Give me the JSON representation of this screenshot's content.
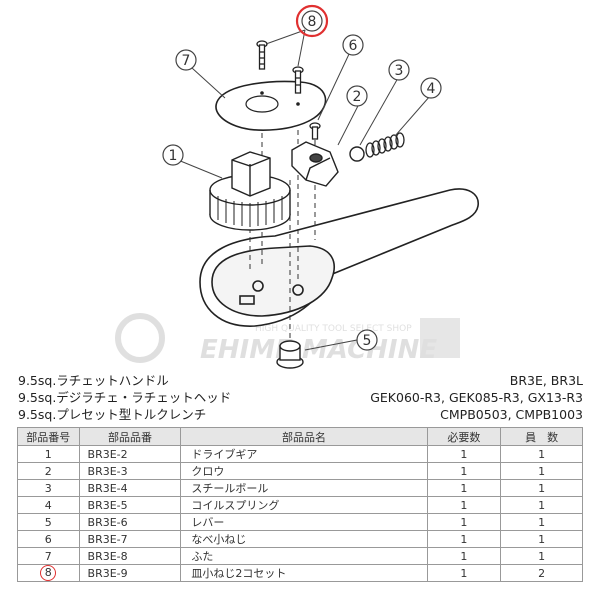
{
  "diagram": {
    "callouts": [
      {
        "id": "1",
        "label": "1"
      },
      {
        "id": "2",
        "label": "2"
      },
      {
        "id": "3",
        "label": "3"
      },
      {
        "id": "4",
        "label": "4"
      },
      {
        "id": "5",
        "label": "5"
      },
      {
        "id": "6",
        "label": "6"
      },
      {
        "id": "7",
        "label": "7"
      },
      {
        "id": "8",
        "label": "8",
        "highlighted": true
      }
    ],
    "watermark": {
      "tagline": "HIGH QUALITY TOOL SELECT SHOP",
      "brand": "EHIME MACHINE"
    },
    "highlight_color": "#e03030"
  },
  "info": {
    "rows": [
      {
        "left": "9.5sq.ラチェットハンドル",
        "right": "BR3E, BR3L"
      },
      {
        "left": "9.5sq.デジラチェ・ラチェットヘッド",
        "right": "GEK060-R3, GEK085-R3, GX13-R3"
      },
      {
        "left": "9.5sq.プレセット型トルクレンチ",
        "right": "CMPB0503, CMPB1003"
      }
    ]
  },
  "table": {
    "headers": {
      "no": "部品番号",
      "part": "部品品番",
      "name": "部品品名",
      "required": "必要数",
      "qty": "員　数"
    },
    "rows": [
      {
        "no": "1",
        "part": "BR3E-2",
        "name": "ドライブギア",
        "required": "1",
        "qty": "1",
        "highlight": false
      },
      {
        "no": "2",
        "part": "BR3E-3",
        "name": "クロウ",
        "required": "1",
        "qty": "1",
        "highlight": false
      },
      {
        "no": "3",
        "part": "BR3E-4",
        "name": "スチールボール",
        "required": "1",
        "qty": "1",
        "highlight": false
      },
      {
        "no": "4",
        "part": "BR3E-5",
        "name": "コイルスプリング",
        "required": "1",
        "qty": "1",
        "highlight": false
      },
      {
        "no": "5",
        "part": "BR3E-6",
        "name": "レバー",
        "required": "1",
        "qty": "1",
        "highlight": false
      },
      {
        "no": "6",
        "part": "BR3E-7",
        "name": "なべ小ねじ",
        "required": "1",
        "qty": "1",
        "highlight": false
      },
      {
        "no": "7",
        "part": "BR3E-8",
        "name": "ふた",
        "required": "1",
        "qty": "1",
        "highlight": false
      },
      {
        "no": "8",
        "part": "BR3E-9",
        "name": "皿小ねじ2コセット",
        "required": "1",
        "qty": "2",
        "highlight": true
      }
    ]
  }
}
